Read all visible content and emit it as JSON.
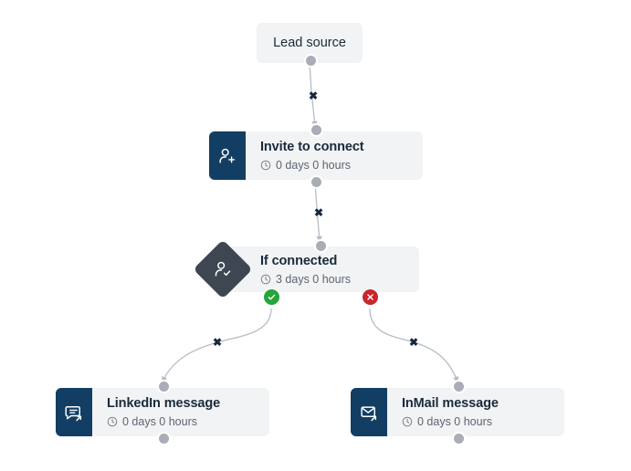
{
  "canvas": {
    "background_color": "#ffffff",
    "card_background_color": "#f1f3f5",
    "icon_block_color": "#123e63",
    "diamond_color": "#3e4652",
    "port_color": "#a9adb6",
    "yes_badge_color": "#26a53b",
    "no_badge_color": "#c9252d",
    "edge_color": "#b7bcc4",
    "title_color": "#1a2a3a",
    "subtitle_color": "#5c6670"
  },
  "nodes": {
    "lead_source": {
      "title": "Lead source",
      "icon": "none",
      "type": "trigger"
    },
    "invite_to_connect": {
      "title": "Invite to connect",
      "delay": "0 days 0 hours",
      "icon": "person-add-icon",
      "clock_icon": "clock-icon",
      "type": "action"
    },
    "if_connected": {
      "title": "If connected",
      "delay": "3 days 0 hours",
      "icon": "person-check-icon",
      "clock_icon": "clock-icon",
      "type": "condition"
    },
    "linkedin_message": {
      "title": "LinkedIn message",
      "delay": "0 days 0 hours",
      "icon": "chat-bubble-arrow-icon",
      "clock_icon": "clock-icon",
      "type": "action"
    },
    "inmail_message": {
      "title": "InMail message",
      "delay": "0 days 0 hours",
      "icon": "envelope-arrow-icon",
      "clock_icon": "clock-icon",
      "type": "action"
    }
  },
  "branches": {
    "yes": {
      "badge_icon": "check-circle-icon",
      "label": ""
    },
    "no": {
      "badge_icon": "close-circle-icon",
      "label": ""
    }
  },
  "edges": {
    "delete_glyph": "✖",
    "items": [
      {
        "from": "lead_source",
        "to": "invite_to_connect"
      },
      {
        "from": "invite_to_connect",
        "to": "if_connected"
      },
      {
        "from": "if_connected_yes",
        "to": "linkedin_message"
      },
      {
        "from": "if_connected_no",
        "to": "inmail_message"
      }
    ]
  }
}
